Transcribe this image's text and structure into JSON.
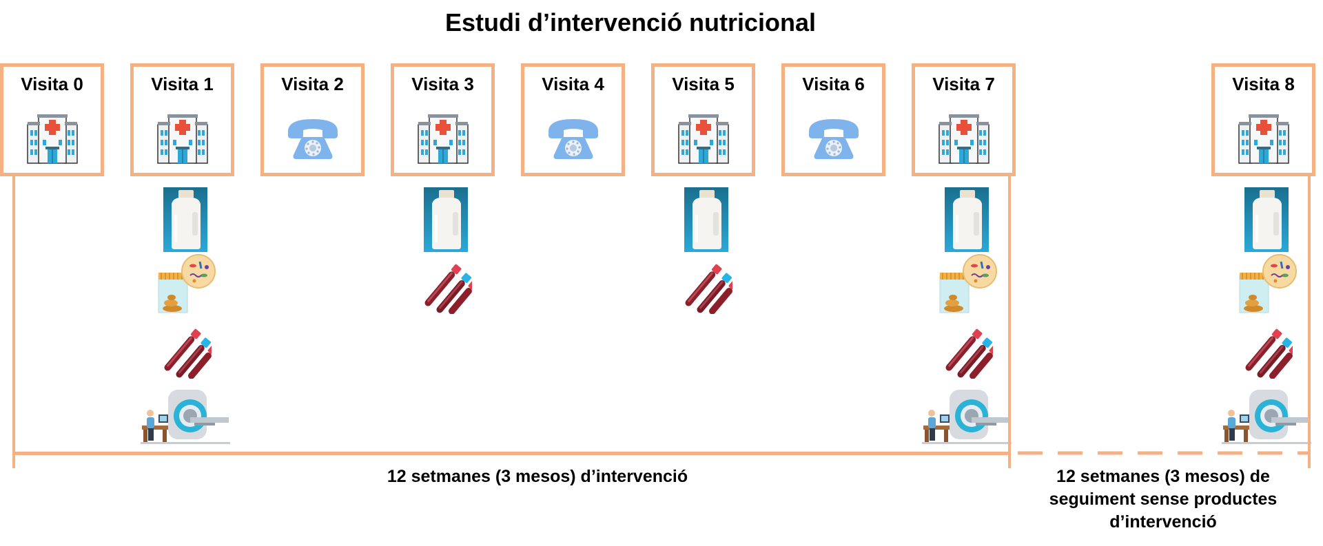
{
  "title": "Estudi d’intervenció nutricional",
  "colors": {
    "frame": "#F4B183",
    "phone": "#7EB3EC",
    "bottle_bg": "#1E90B6"
  },
  "visits": [
    {
      "label": "Visita 0",
      "icon": "hospital-icon"
    },
    {
      "label": "Visita 1",
      "icon": "hospital-icon"
    },
    {
      "label": "Visita 2",
      "icon": "phone-icon"
    },
    {
      "label": "Visita 3",
      "icon": "hospital-icon"
    },
    {
      "label": "Visita 4",
      "icon": "phone-icon"
    },
    {
      "label": "Visita 5",
      "icon": "hospital-icon"
    },
    {
      "label": "Visita 6",
      "icon": "phone-icon"
    },
    {
      "label": "Visita 7",
      "icon": "hospital-icon"
    },
    {
      "label": "Visita 8",
      "icon": "hospital-icon"
    }
  ],
  "procedures": {
    "Visita 1": [
      "bottle-icon",
      "stool-microbiome-icon",
      "blood-tubes-icon",
      "mri-scanner-icon"
    ],
    "Visita 3": [
      "bottle-icon",
      "blood-tubes-icon"
    ],
    "Visita 5": [
      "bottle-icon",
      "blood-tubes-icon"
    ],
    "Visita 7": [
      "bottle-icon",
      "stool-microbiome-icon",
      "blood-tubes-icon",
      "mri-scanner-icon"
    ],
    "Visita 8": [
      "bottle-icon",
      "stool-microbiome-icon",
      "blood-tubes-icon",
      "mri-scanner-icon"
    ]
  },
  "periods": {
    "intervention": "12 setmanes (3 mesos) d’intervenció",
    "followup_line1": "12 setmanes (3 mesos) de",
    "followup_line2": "seguiment sense productes",
    "followup_line3": "d’intervenció"
  }
}
